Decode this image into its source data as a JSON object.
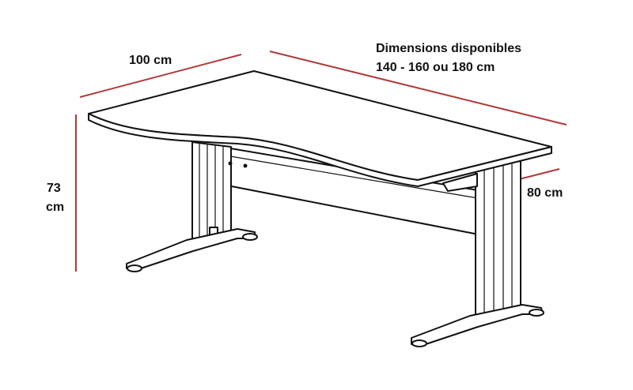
{
  "labels": {
    "width": "100 cm",
    "height_value": "73",
    "height_unit": "cm",
    "depth": "80 cm",
    "available_title": "Dimensions disponibles",
    "available_values": "140 - 160 ou 180 cm"
  },
  "colors": {
    "dimension_line": "#b13a3a",
    "drawing_stroke": "#111111",
    "background": "#ffffff"
  }
}
